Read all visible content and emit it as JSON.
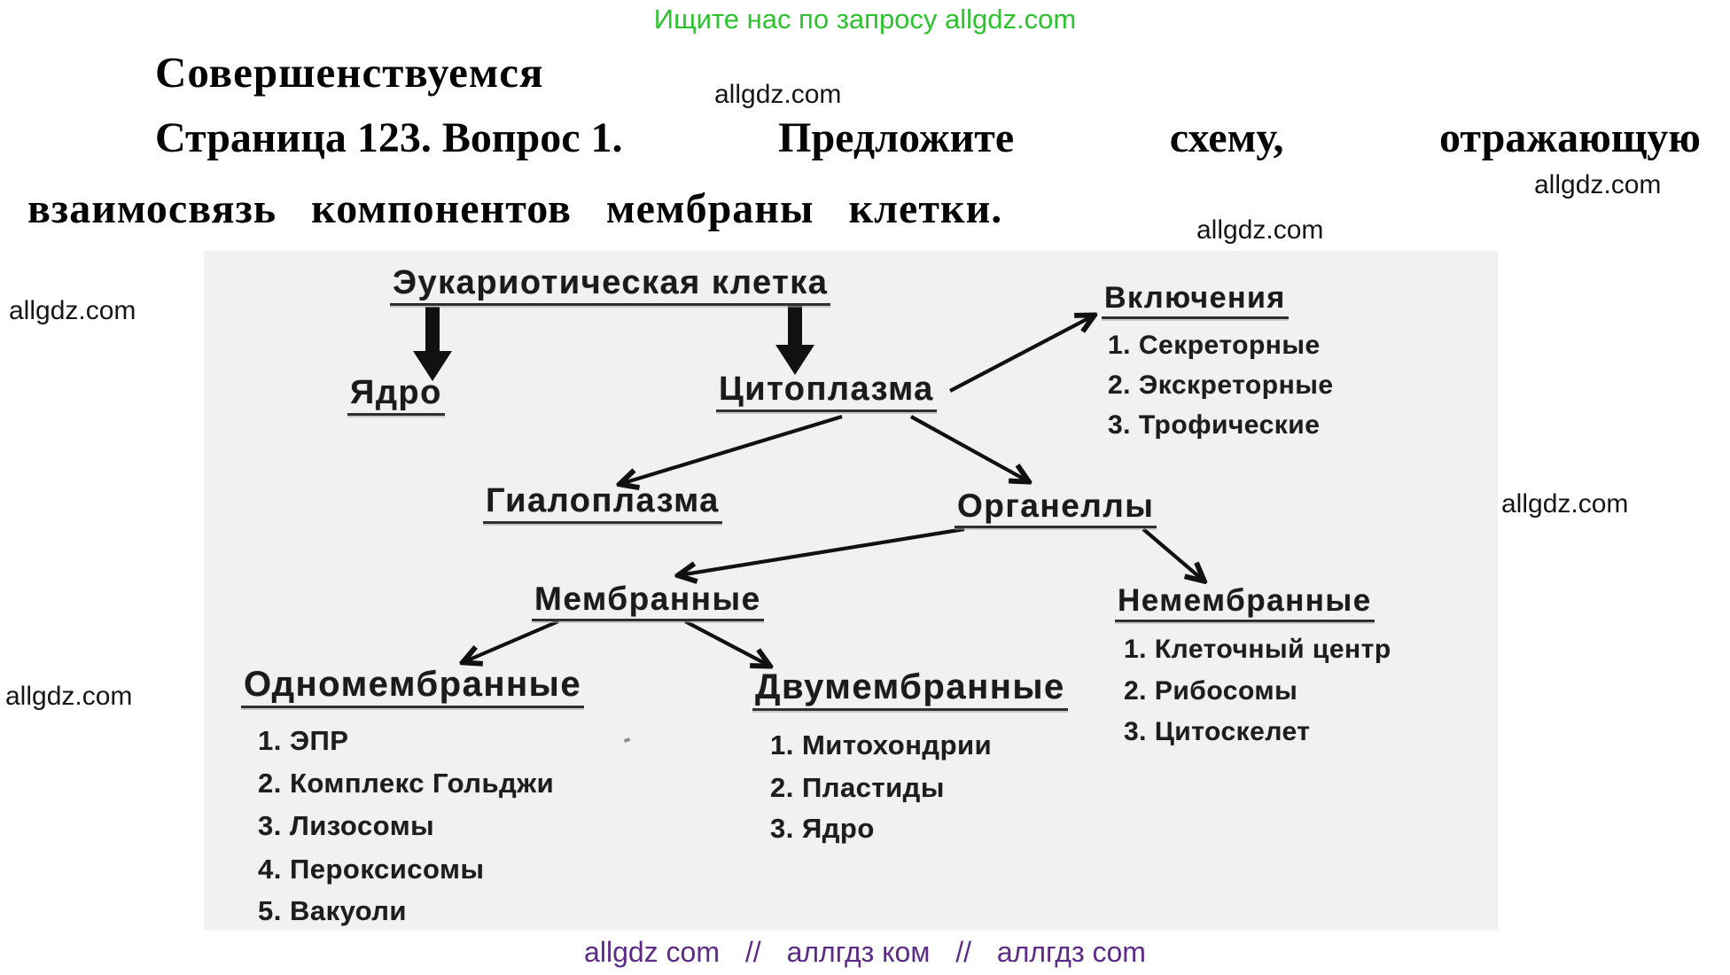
{
  "promo": {
    "text": "Ищите нас по запросу allgdz.com",
    "color": "#2dc32f"
  },
  "watermarks": {
    "text": "allgdz.com"
  },
  "question": {
    "section_title": "Совершенствуемся",
    "line1": {
      "part1": "Страница 123. Вопрос 1.",
      "part2": "Предложите",
      "part3": "схему,",
      "part4": "отражающую"
    },
    "line2": "взаимосвязь компонентов мембраны клетки."
  },
  "diagram": {
    "root": "Эукариотическая клетка",
    "nucleus": "Ядро",
    "cytoplasm": "Цитоплазма",
    "hyaloplasm": "Гиалоплазма",
    "organelles": "Органеллы",
    "inclusions": {
      "title": "Включения",
      "items": [
        "1. Секреторные",
        "2. Экскреторные",
        "3. Трофические"
      ]
    },
    "membrane": {
      "title": "Мембранные"
    },
    "non_membrane": {
      "title": "Немембранные",
      "items": [
        "1. Клеточный центр",
        "2. Рибосомы",
        "3. Цитоскелет"
      ]
    },
    "single_membrane": {
      "title": "Одномембранные",
      "items": [
        "1. ЭПР",
        "2. Комплекс Гольджи",
        "3. Лизосомы",
        "4. Пероксисомы",
        "5. Вакуоли"
      ]
    },
    "double_membrane": {
      "title": "Двумембранные",
      "items": [
        "1. Митохондрии",
        "2. Пластиды",
        "3. Ядро"
      ]
    }
  },
  "footer": {
    "part1": "allgdz com",
    "sep": "//",
    "part2": "аллгдз ком",
    "part3": "аллгдз com",
    "color": "#5d2b87"
  }
}
